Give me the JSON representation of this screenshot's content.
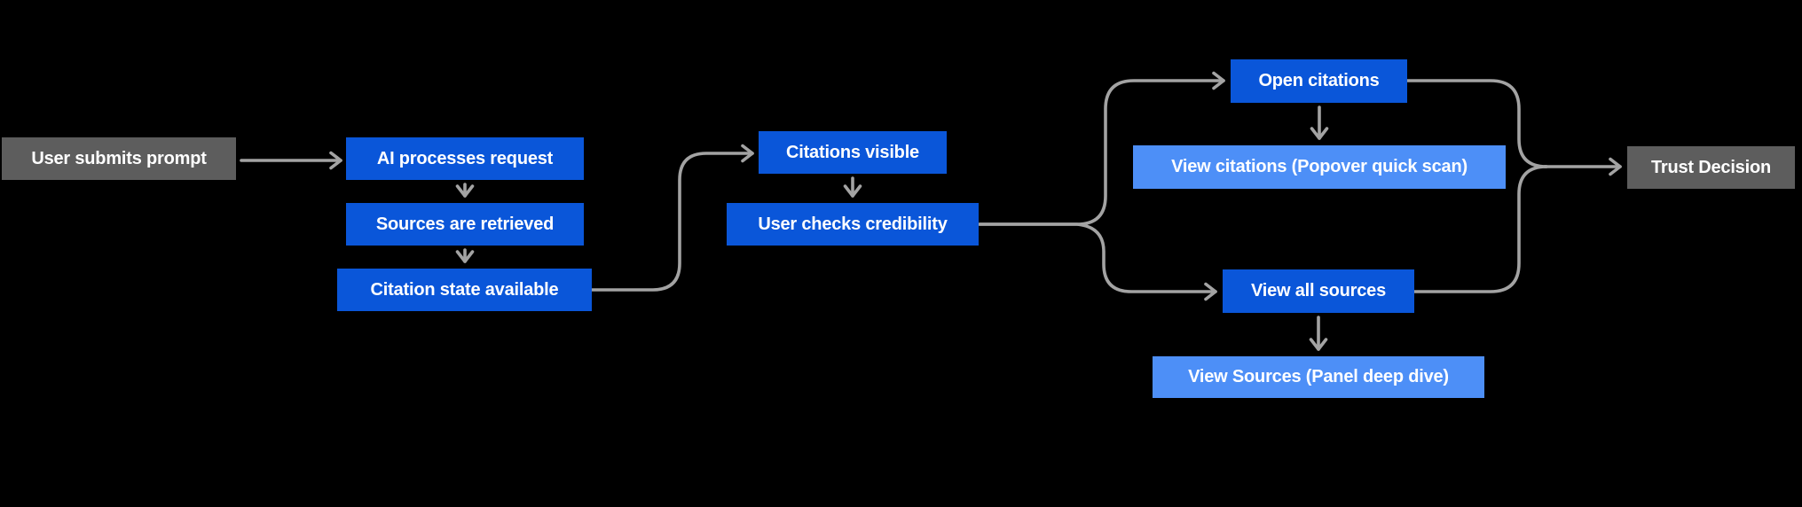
{
  "diagram": {
    "colors": {
      "background": "#000000",
      "terminal_box": "#5d5d5d",
      "process_box": "#0a56d9",
      "action_box": "#4d8ff7",
      "connector": "#a3a3a3",
      "text": "#ffffff"
    },
    "nodes": {
      "user_submits": {
        "label": "User submits prompt",
        "type": "terminal"
      },
      "ai_processes": {
        "label": "AI processes request",
        "type": "process"
      },
      "sources_retrieved": {
        "label": "Sources are retrieved",
        "type": "process"
      },
      "citation_state": {
        "label": "Citation state available",
        "type": "process"
      },
      "citations_visible": {
        "label": "Citations visible",
        "type": "process"
      },
      "user_checks": {
        "label": "User checks credibility",
        "type": "process"
      },
      "open_citations": {
        "label": "Open citations",
        "type": "process"
      },
      "view_citations": {
        "label": "View citations (Popover quick scan)",
        "type": "action"
      },
      "view_all_sources": {
        "label": "View all sources",
        "type": "process"
      },
      "view_sources_panel": {
        "label": "View Sources (Panel deep dive)",
        "type": "action"
      },
      "trust_decision": {
        "label": "Trust Decision",
        "type": "terminal"
      }
    },
    "edges": [
      {
        "from": "user_submits",
        "to": "ai_processes"
      },
      {
        "from": "ai_processes",
        "to": "sources_retrieved"
      },
      {
        "from": "sources_retrieved",
        "to": "citation_state"
      },
      {
        "from": "citation_state",
        "to": "citations_visible"
      },
      {
        "from": "citations_visible",
        "to": "user_checks"
      },
      {
        "from": "user_checks",
        "to": "open_citations"
      },
      {
        "from": "user_checks",
        "to": "view_all_sources"
      },
      {
        "from": "open_citations",
        "to": "view_citations"
      },
      {
        "from": "view_all_sources",
        "to": "view_sources_panel"
      },
      {
        "from": "open_citations",
        "to": "trust_decision"
      },
      {
        "from": "view_all_sources",
        "to": "trust_decision"
      }
    ]
  }
}
